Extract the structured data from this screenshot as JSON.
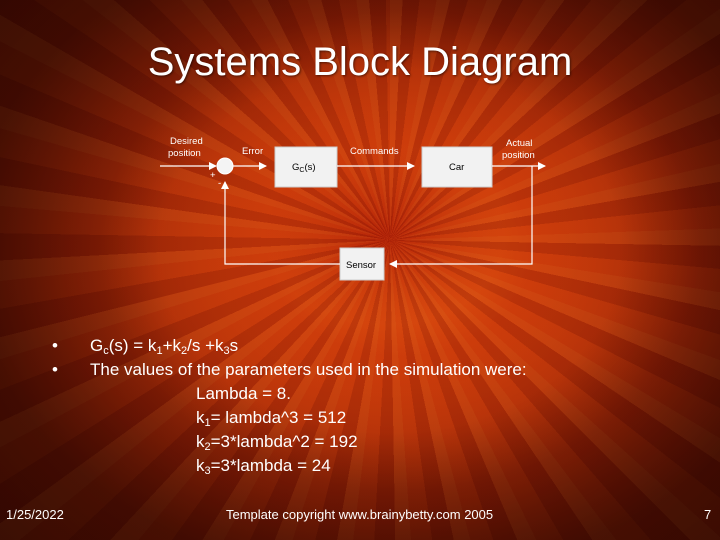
{
  "title": "Systems Block Diagram",
  "diagram": {
    "desired_position": [
      "Desired",
      "position"
    ],
    "error": "Error",
    "plus": "+",
    "minus": "-",
    "controller": {
      "main": "G",
      "sub": "C",
      "rest": "(s)"
    },
    "commands": "Commands",
    "car": "Car",
    "actual_position": [
      "Actual",
      "position"
    ],
    "sensor": "Sensor"
  },
  "bullets": {
    "marker": "•",
    "line1": {
      "g": "G",
      "c": "c",
      "a": "(s) = k",
      "s1": "1",
      "b": "+k",
      "s2": "2",
      "d": "/s +k",
      "s3": "3",
      "e": "s"
    },
    "line2": "The values of the parameters used in the simulation were:",
    "lambda": "Lambda = 8.",
    "k1": {
      "k": "k",
      "s": "1",
      "rest": "= lambda^3 = 512"
    },
    "k2": {
      "k": "k",
      "s": "2",
      "rest": "=3*lambda^2 = 192"
    },
    "k3": {
      "k": "k",
      "s": "3",
      "rest": "=3*lambda = 24"
    }
  },
  "footer": {
    "date": "1/25/2022",
    "copyright": "Template copyright www.brainybetty.com 2005",
    "page": "7"
  }
}
